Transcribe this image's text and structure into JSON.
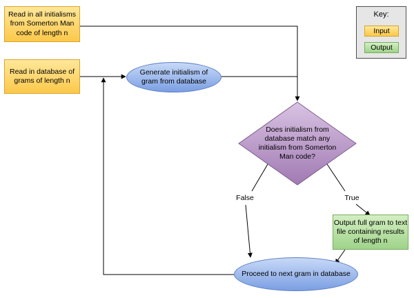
{
  "nodes": {
    "read_initialisms": "Read in all initialisms from Somerton Man code of length n",
    "read_database": "Read in database of grams of length n",
    "generate_initialism": "Generate initialism of gram from database",
    "decision": "Does initialism from database match any initialism from Somerton Man code?",
    "output_gram": "Output full gram to text file containing results of length n",
    "next_gram": "Proceed to next gram in database"
  },
  "edge_labels": {
    "false": "False",
    "true": "True"
  },
  "key": {
    "title": "Key:",
    "input": "Input",
    "output": "Output"
  },
  "colors": {
    "input_fill": "#fcc84a",
    "output_fill": "#9fd38a",
    "process_fill": "#7b9fe3",
    "decision_fill": "#a986b8",
    "connector": "#000000"
  }
}
